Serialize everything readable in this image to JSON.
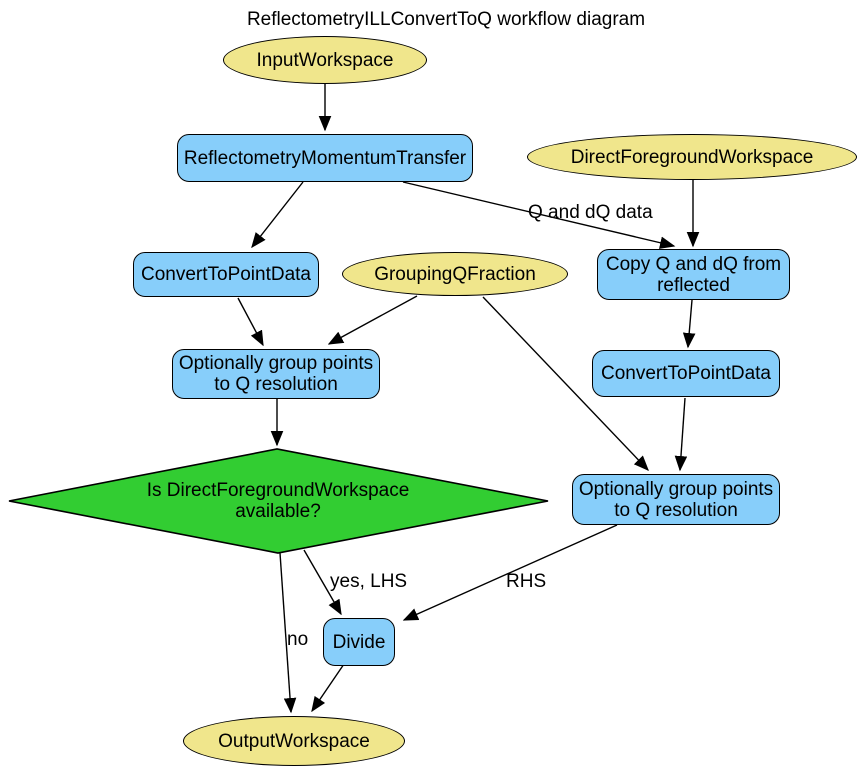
{
  "title": "ReflectometryILLConvertToQ workflow diagram",
  "colors": {
    "parameter_fill": "#F0E68C",
    "algorithm_fill": "#87CEFA",
    "decision_fill": "#32CD32",
    "edge_and_border": "#000000",
    "background": "#FFFFFF"
  },
  "nodes": {
    "input_workspace": {
      "label": "InputWorkspace",
      "shape": "ellipse"
    },
    "reflectometry_momentum_transfer": {
      "label": "ReflectometryMomentumTransfer",
      "shape": "rounded-rect"
    },
    "direct_foreground_workspace": {
      "label": "DirectForegroundWorkspace",
      "shape": "ellipse"
    },
    "convert_to_point_data_left": {
      "label": "ConvertToPointData",
      "shape": "rounded-rect"
    },
    "grouping_q_fraction": {
      "label": "GroupingQFraction",
      "shape": "ellipse"
    },
    "copy_q_and_dq": {
      "label": "Copy Q and dQ from reflected",
      "shape": "rounded-rect"
    },
    "convert_to_point_data_right": {
      "label": "ConvertToPointData",
      "shape": "rounded-rect"
    },
    "group_points_left": {
      "label": "Optionally group points to Q resolution",
      "shape": "rounded-rect"
    },
    "group_points_right": {
      "label": "Optionally group points to Q resolution",
      "shape": "rounded-rect"
    },
    "decision": {
      "label": "Is DirectForegroundWorkspace available?",
      "shape": "diamond"
    },
    "divide": {
      "label": "Divide",
      "shape": "rounded-rect"
    },
    "output_workspace": {
      "label": "OutputWorkspace",
      "shape": "ellipse"
    }
  },
  "edge_labels": {
    "q_and_dq_data": "Q and dQ data",
    "yes_lhs": "yes, LHS",
    "rhs": "RHS",
    "no": "no"
  }
}
